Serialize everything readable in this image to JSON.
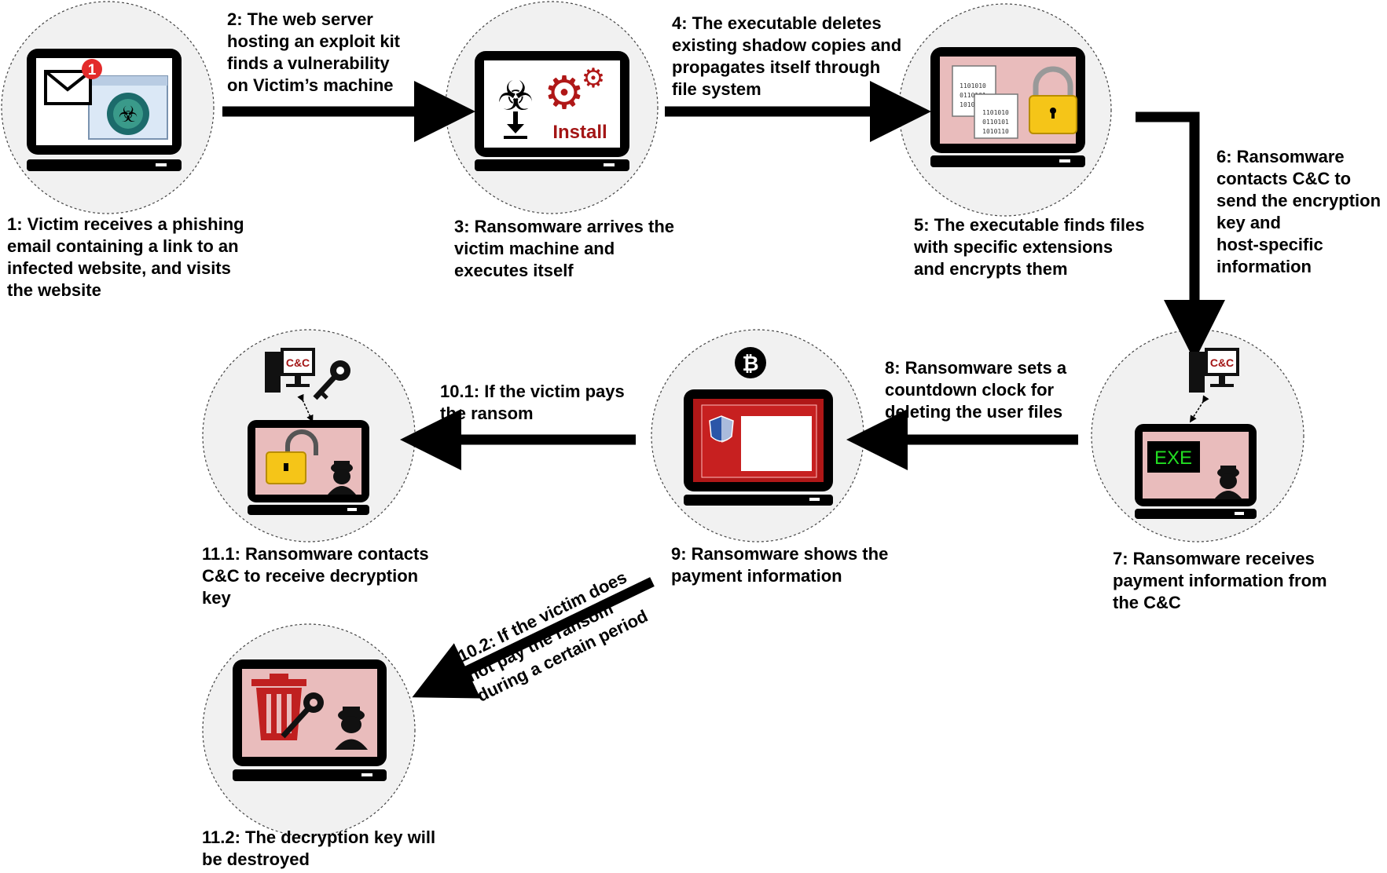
{
  "steps": {
    "s1": "1: Victim receives a phishing\nemail containing a link to an\ninfected website, and visits\nthe website",
    "s2": "2: The web server\nhosting an exploit kit\nfinds a vulnerability\non Victim’s machine",
    "s3": "3: Ransomware arrives the\nvictim machine and\nexecutes itself",
    "s4": "4: The executable deletes\nexisting shadow copies and\npropagates itself through\nfile system",
    "s5": "5: The executable finds files\nwith specific extensions\nand encrypts them",
    "s6": "6: Ransomware\ncontacts C&C to\nsend the encryption\nkey and\nhost-specific\ninformation",
    "s7": "7: Ransomware receives\npayment information from\nthe  C&C",
    "s8": "8: Ransomware sets a\ncountdown clock for\ndeleting the user files",
    "s9": "9: Ransomware shows the\npayment information",
    "s10_1": "10.1: If the victim pays\nthe ransom",
    "s10_2": "10.2: If the victim does\nnot pay the ransom\nduring a certain period",
    "s11_1": "11.1: Ransomware contacts\nC&C to receive decryption\nkey",
    "s11_2": "11.2: The decryption key will\nbe destroyed"
  },
  "icons": {
    "notification_count": "1",
    "install_text": "Install",
    "cc_text": "C&C",
    "exe_text": "EXE",
    "bitcoin_symbol": "₿"
  },
  "colors": {
    "screen_pink": "#e9bcbc",
    "install_red": "#a31515",
    "exe_green": "#22dd22",
    "lock_yellow": "#f5c518",
    "arrow_black": "#000000"
  }
}
